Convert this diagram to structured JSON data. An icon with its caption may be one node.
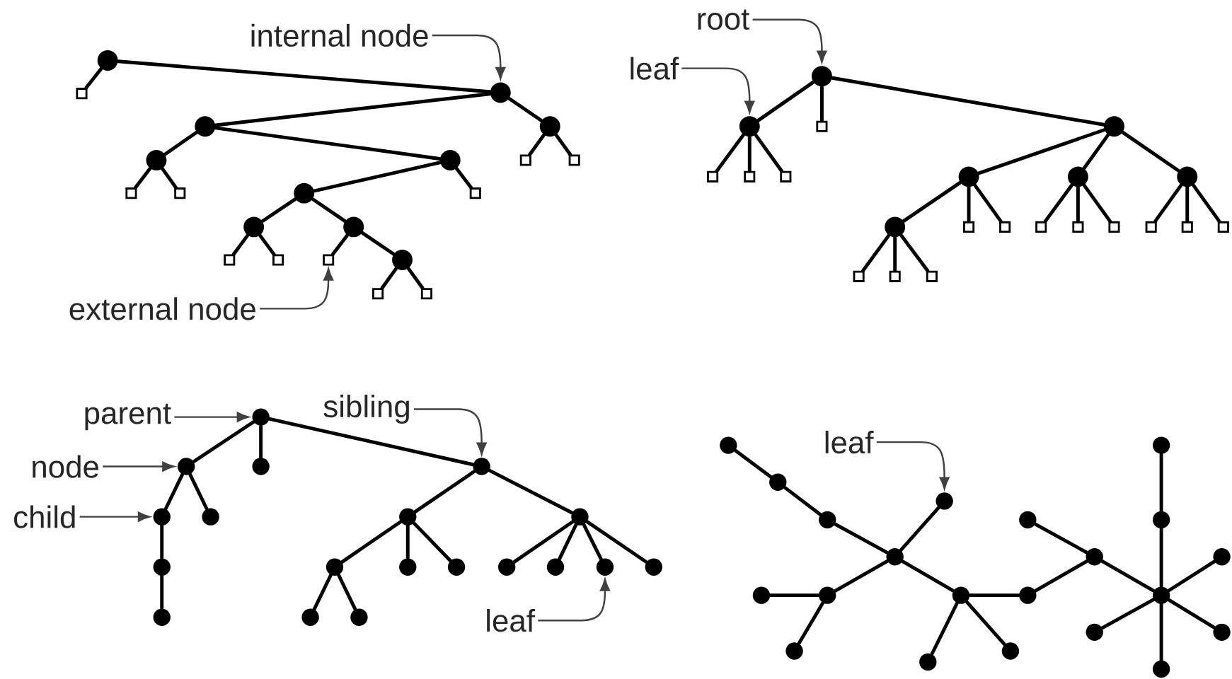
{
  "diagram": {
    "nodes": [
      {
        "text": [
          "internal node"
        ]
      },
      {
        "text": [
          "external node"
        ]
      },
      {
        "text": [],
        "shape": "circle"
      },
      {
        "text": [],
        "shape": "box"
      },
      {
        "text": [],
        "shape": "circle"
      },
      {
        "text": [],
        "shape": "circle"
      },
      {
        "text": [],
        "shape": "circle"
      },
      {
        "text": [],
        "shape": "circle"
      },
      {
        "text": [],
        "shape": "circle"
      },
      {
        "text": [],
        "shape": "box"
      },
      {
        "text": [],
        "shape": "box"
      },
      {
        "text": [],
        "shape": "box"
      },
      {
        "text": [],
        "shape": "box"
      },
      {
        "text": [],
        "shape": "circle"
      },
      {
        "text": [],
        "shape": "box"
      },
      {
        "text": [],
        "shape": "circle"
      },
      {
        "text": [],
        "shape": "circle"
      },
      {
        "text": [],
        "shape": "box"
      },
      {
        "text": [],
        "shape": "box"
      },
      {
        "text": [],
        "shape": "box"
      },
      {
        "text": [],
        "shape": "circle"
      },
      {
        "text": [],
        "shape": "box"
      },
      {
        "text": [],
        "shape": "box"
      },
      {
        "text": [
          "root"
        ]
      },
      {
        "text": [
          "leaf"
        ]
      },
      {
        "text": [],
        "shape": "circle"
      },
      {
        "text": [],
        "shape": "circle"
      },
      {
        "text": [],
        "shape": "box"
      },
      {
        "text": [],
        "shape": "circle"
      },
      {
        "text": [],
        "shape": "box"
      },
      {
        "text": [],
        "shape": "box"
      },
      {
        "text": [],
        "shape": "box"
      },
      {
        "text": [],
        "shape": "circle"
      },
      {
        "text": [],
        "shape": "circle"
      },
      {
        "text": [],
        "shape": "circle"
      },
      {
        "text": [],
        "shape": "circle"
      },
      {
        "text": [],
        "shape": "box"
      },
      {
        "text": [],
        "shape": "box"
      },
      {
        "text": [],
        "shape": "box"
      },
      {
        "text": [],
        "shape": "box"
      },
      {
        "text": [],
        "shape": "box"
      },
      {
        "text": [],
        "shape": "box"
      },
      {
        "text": [],
        "shape": "box"
      },
      {
        "text": [],
        "shape": "box"
      },
      {
        "text": [],
        "shape": "box"
      },
      {
        "text": [],
        "shape": "box"
      },
      {
        "text": [],
        "shape": "box"
      },
      {
        "text": [
          "parent"
        ]
      },
      {
        "text": [
          "sibling"
        ]
      },
      {
        "text": [
          "node"
        ]
      },
      {
        "text": [
          "child"
        ]
      },
      {
        "text": [
          "leaf"
        ]
      },
      {
        "text": [],
        "shape": "circle"
      },
      {
        "text": [],
        "shape": "circle"
      },
      {
        "text": [],
        "shape": "circle"
      },
      {
        "text": [],
        "shape": "circle"
      },
      {
        "text": [],
        "shape": "circle"
      },
      {
        "text": [],
        "shape": "circle"
      },
      {
        "text": [],
        "shape": "circle"
      },
      {
        "text": [],
        "shape": "circle"
      },
      {
        "text": [],
        "shape": "circle"
      },
      {
        "text": [],
        "shape": "circle"
      },
      {
        "text": [],
        "shape": "circle"
      },
      {
        "text": [],
        "shape": "circle"
      },
      {
        "text": [],
        "shape": "circle"
      },
      {
        "text": [],
        "shape": "circle"
      },
      {
        "text": [],
        "shape": "circle"
      },
      {
        "text": [],
        "shape": "circle"
      },
      {
        "text": [],
        "shape": "circle"
      },
      {
        "text": [],
        "shape": "circle"
      },
      {
        "text": [],
        "shape": "circle"
      },
      {
        "text": [
          "leaf"
        ]
      },
      {
        "text": [],
        "shape": "circle"
      },
      {
        "text": [],
        "shape": "circle"
      },
      {
        "text": [],
        "shape": "circle"
      },
      {
        "text": [],
        "shape": "circle"
      },
      {
        "text": [],
        "shape": "circle"
      },
      {
        "text": [],
        "shape": "circle"
      },
      {
        "text": [],
        "shape": "circle"
      },
      {
        "text": [],
        "shape": "circle"
      },
      {
        "text": [],
        "shape": "circle"
      },
      {
        "text": [],
        "shape": "circle"
      },
      {
        "text": [],
        "shape": "circle"
      },
      {
        "text": [],
        "shape": "circle"
      },
      {
        "text": [],
        "shape": "circle"
      },
      {
        "text": [],
        "shape": "circle"
      },
      {
        "text": [],
        "shape": "circle"
      },
      {
        "text": [],
        "shape": "circle"
      },
      {
        "text": [],
        "shape": "circle"
      },
      {
        "text": [],
        "shape": "circle"
      },
      {
        "text": [],
        "shape": "circle"
      },
      {
        "text": [],
        "shape": "circle"
      },
      {
        "text": [],
        "shape": "circle"
      }
    ],
    "edges": [
      {
        "from": 4,
        "to": 2,
        "arrow": "none"
      },
      {
        "from": 2,
        "to": 3,
        "arrow": "none"
      },
      {
        "from": 4,
        "to": 5,
        "arrow": "none"
      },
      {
        "from": 4,
        "to": 6,
        "arrow": "none"
      },
      {
        "from": 6,
        "to": 9,
        "arrow": "none"
      },
      {
        "from": 6,
        "to": 10,
        "arrow": "none"
      },
      {
        "from": 5,
        "to": 7,
        "arrow": "none"
      },
      {
        "from": 5,
        "to": 8,
        "arrow": "none"
      },
      {
        "from": 7,
        "to": 11,
        "arrow": "none"
      },
      {
        "from": 7,
        "to": 12,
        "arrow": "none"
      },
      {
        "from": 8,
        "to": 13,
        "arrow": "none"
      },
      {
        "from": 8,
        "to": 14,
        "arrow": "none"
      },
      {
        "from": 13,
        "to": 15,
        "arrow": "none"
      },
      {
        "from": 13,
        "to": 16,
        "arrow": "none"
      },
      {
        "from": 15,
        "to": 17,
        "arrow": "none"
      },
      {
        "from": 15,
        "to": 18,
        "arrow": "none"
      },
      {
        "from": 16,
        "to": 19,
        "arrow": "none"
      },
      {
        "from": 16,
        "to": 20,
        "arrow": "none"
      },
      {
        "from": 20,
        "to": 21,
        "arrow": "none"
      },
      {
        "from": 20,
        "to": 22,
        "arrow": "none"
      },
      {
        "from": 0,
        "to": 4,
        "arrow": "to"
      },
      {
        "from": 1,
        "to": 19,
        "arrow": "to"
      },
      {
        "from": 25,
        "to": 26,
        "arrow": "none"
      },
      {
        "from": 25,
        "to": 27,
        "arrow": "none"
      },
      {
        "from": 25,
        "to": 28,
        "arrow": "none"
      },
      {
        "from": 26,
        "to": 29,
        "arrow": "none"
      },
      {
        "from": 26,
        "to": 30,
        "arrow": "none"
      },
      {
        "from": 26,
        "to": 31,
        "arrow": "none"
      },
      {
        "from": 28,
        "to": 32,
        "arrow": "none"
      },
      {
        "from": 28,
        "to": 33,
        "arrow": "none"
      },
      {
        "from": 28,
        "to": 34,
        "arrow": "none"
      },
      {
        "from": 32,
        "to": 35,
        "arrow": "none"
      },
      {
        "from": 32,
        "to": 36,
        "arrow": "none"
      },
      {
        "from": 32,
        "to": 37,
        "arrow": "none"
      },
      {
        "from": 33,
        "to": 38,
        "arrow": "none"
      },
      {
        "from": 33,
        "to": 39,
        "arrow": "none"
      },
      {
        "from": 33,
        "to": 40,
        "arrow": "none"
      },
      {
        "from": 34,
        "to": 41,
        "arrow": "none"
      },
      {
        "from": 34,
        "to": 42,
        "arrow": "none"
      },
      {
        "from": 34,
        "to": 43,
        "arrow": "none"
      },
      {
        "from": 35,
        "to": 44,
        "arrow": "none"
      },
      {
        "from": 35,
        "to": 45,
        "arrow": "none"
      },
      {
        "from": 35,
        "to": 46,
        "arrow": "none"
      },
      {
        "from": 23,
        "to": 25,
        "arrow": "to"
      },
      {
        "from": 24,
        "to": 26,
        "arrow": "to"
      },
      {
        "from": 52,
        "to": 53,
        "arrow": "none"
      },
      {
        "from": 52,
        "to": 54,
        "arrow": "none"
      },
      {
        "from": 52,
        "to": 55,
        "arrow": "none"
      },
      {
        "from": 53,
        "to": 56,
        "arrow": "none"
      },
      {
        "from": 53,
        "to": 57,
        "arrow": "none"
      },
      {
        "from": 56,
        "to": 60,
        "arrow": "none"
      },
      {
        "from": 60,
        "to": 68,
        "arrow": "none"
      },
      {
        "from": 55,
        "to": 58,
        "arrow": "none"
      },
      {
        "from": 55,
        "to": 59,
        "arrow": "none"
      },
      {
        "from": 58,
        "to": 61,
        "arrow": "none"
      },
      {
        "from": 58,
        "to": 62,
        "arrow": "none"
      },
      {
        "from": 58,
        "to": 63,
        "arrow": "none"
      },
      {
        "from": 61,
        "to": 69,
        "arrow": "none"
      },
      {
        "from": 61,
        "to": 70,
        "arrow": "none"
      },
      {
        "from": 59,
        "to": 64,
        "arrow": "none"
      },
      {
        "from": 59,
        "to": 65,
        "arrow": "none"
      },
      {
        "from": 59,
        "to": 66,
        "arrow": "none"
      },
      {
        "from": 59,
        "to": 67,
        "arrow": "none"
      },
      {
        "from": 47,
        "to": 52,
        "arrow": "to"
      },
      {
        "from": 48,
        "to": 55,
        "arrow": "to"
      },
      {
        "from": 49,
        "to": 53,
        "arrow": "to"
      },
      {
        "from": 50,
        "to": 56,
        "arrow": "to"
      },
      {
        "from": 51,
        "to": 66,
        "arrow": "to"
      },
      {
        "from": 72,
        "to": 74,
        "arrow": "none"
      },
      {
        "from": 74,
        "to": 76,
        "arrow": "none"
      },
      {
        "from": 76,
        "to": 79,
        "arrow": "none"
      },
      {
        "from": 79,
        "to": 75,
        "arrow": "none"
      },
      {
        "from": 79,
        "to": 83,
        "arrow": "none"
      },
      {
        "from": 83,
        "to": 82,
        "arrow": "none"
      },
      {
        "from": 83,
        "to": 87,
        "arrow": "none"
      },
      {
        "from": 79,
        "to": 84,
        "arrow": "none"
      },
      {
        "from": 84,
        "to": 91,
        "arrow": "none"
      },
      {
        "from": 84,
        "to": 88,
        "arrow": "none"
      },
      {
        "from": 84,
        "to": 85,
        "arrow": "none"
      },
      {
        "from": 85,
        "to": 80,
        "arrow": "none"
      },
      {
        "from": 80,
        "to": 77,
        "arrow": "none"
      },
      {
        "from": 80,
        "to": 86,
        "arrow": "none"
      },
      {
        "from": 86,
        "to": 78,
        "arrow": "none"
      },
      {
        "from": 78,
        "to": 73,
        "arrow": "none"
      },
      {
        "from": 86,
        "to": 81,
        "arrow": "none"
      },
      {
        "from": 86,
        "to": 89,
        "arrow": "none"
      },
      {
        "from": 86,
        "to": 90,
        "arrow": "none"
      },
      {
        "from": 86,
        "to": 92,
        "arrow": "none"
      },
      {
        "from": 71,
        "to": 75,
        "arrow": "to"
      }
    ]
  }
}
